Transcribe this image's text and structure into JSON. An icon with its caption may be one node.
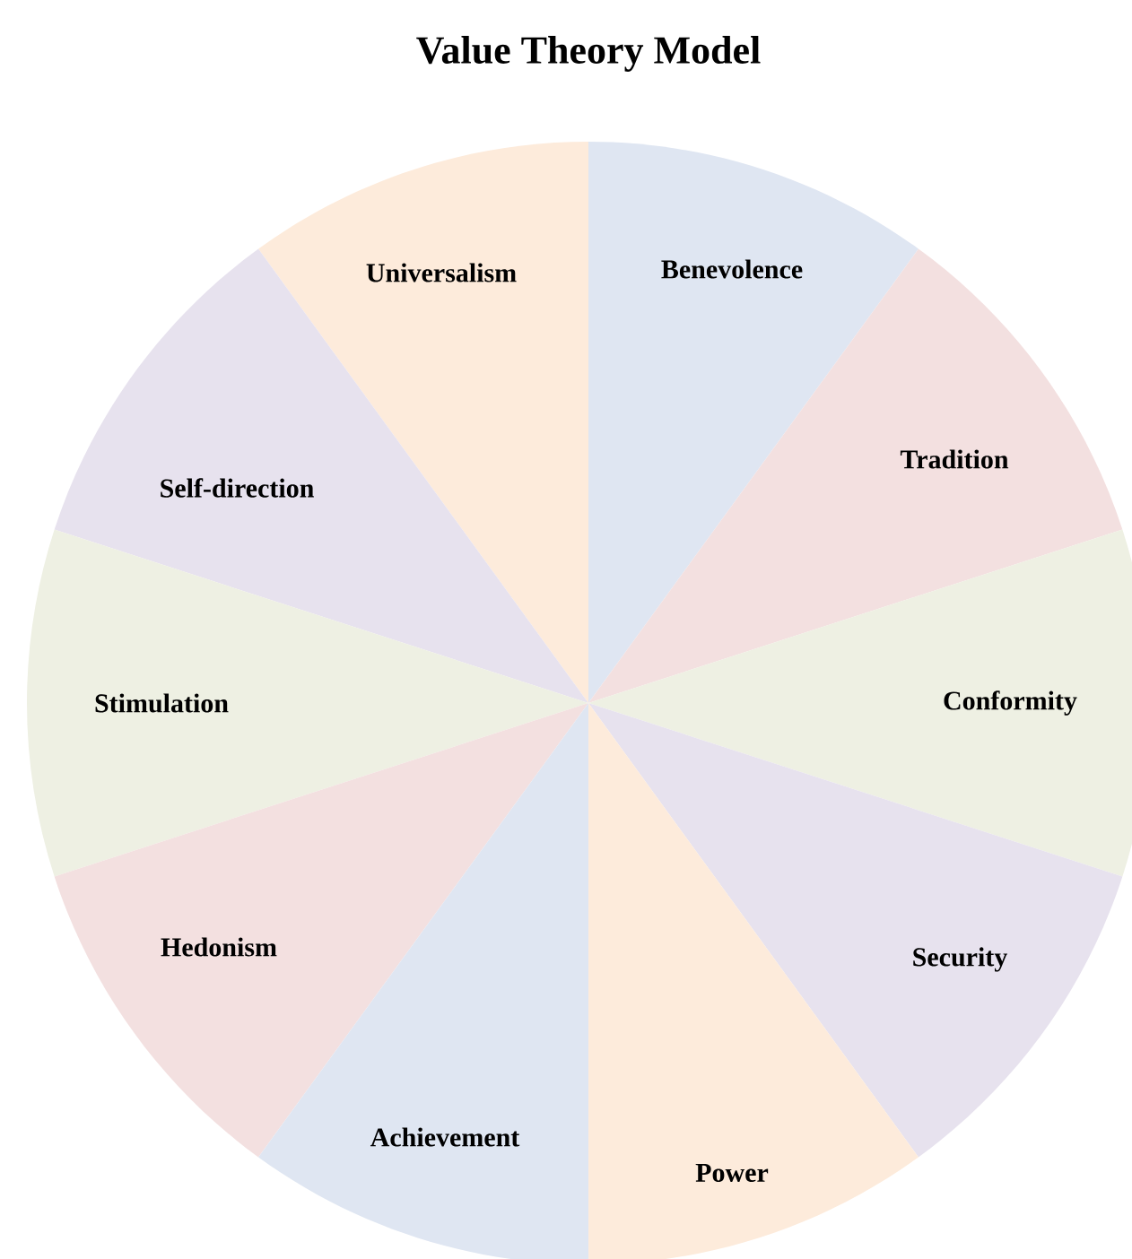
{
  "diagram": {
    "title": "Value Theory Model",
    "nodes": [
      {
        "text": [
          "Universalism"
        ]
      },
      {
        "text": [
          "Benevolence"
        ]
      },
      {
        "text": [
          "Tradition"
        ]
      },
      {
        "text": [
          "Self-direction"
        ]
      },
      {
        "text": [
          "Stimulation"
        ]
      },
      {
        "text": [
          "Conformity"
        ]
      },
      {
        "text": [
          "Hedonism"
        ]
      },
      {
        "text": [
          "Security"
        ]
      },
      {
        "text": [
          "Achievement"
        ]
      },
      {
        "text": [
          "Power"
        ]
      }
    ]
  }
}
